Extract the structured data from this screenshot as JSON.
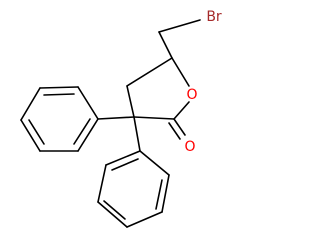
{
  "structure": {
    "atoms": {
      "bromine": {
        "symbol": "Br",
        "color": "#a52a2a"
      },
      "ring_oxygen": {
        "symbol": "O",
        "color": "#ff0000"
      },
      "carbonyl_oxygen": {
        "symbol": "O",
        "color": "#ff0000"
      }
    },
    "bond_color": "#000000",
    "background_color": "#ffffff"
  }
}
